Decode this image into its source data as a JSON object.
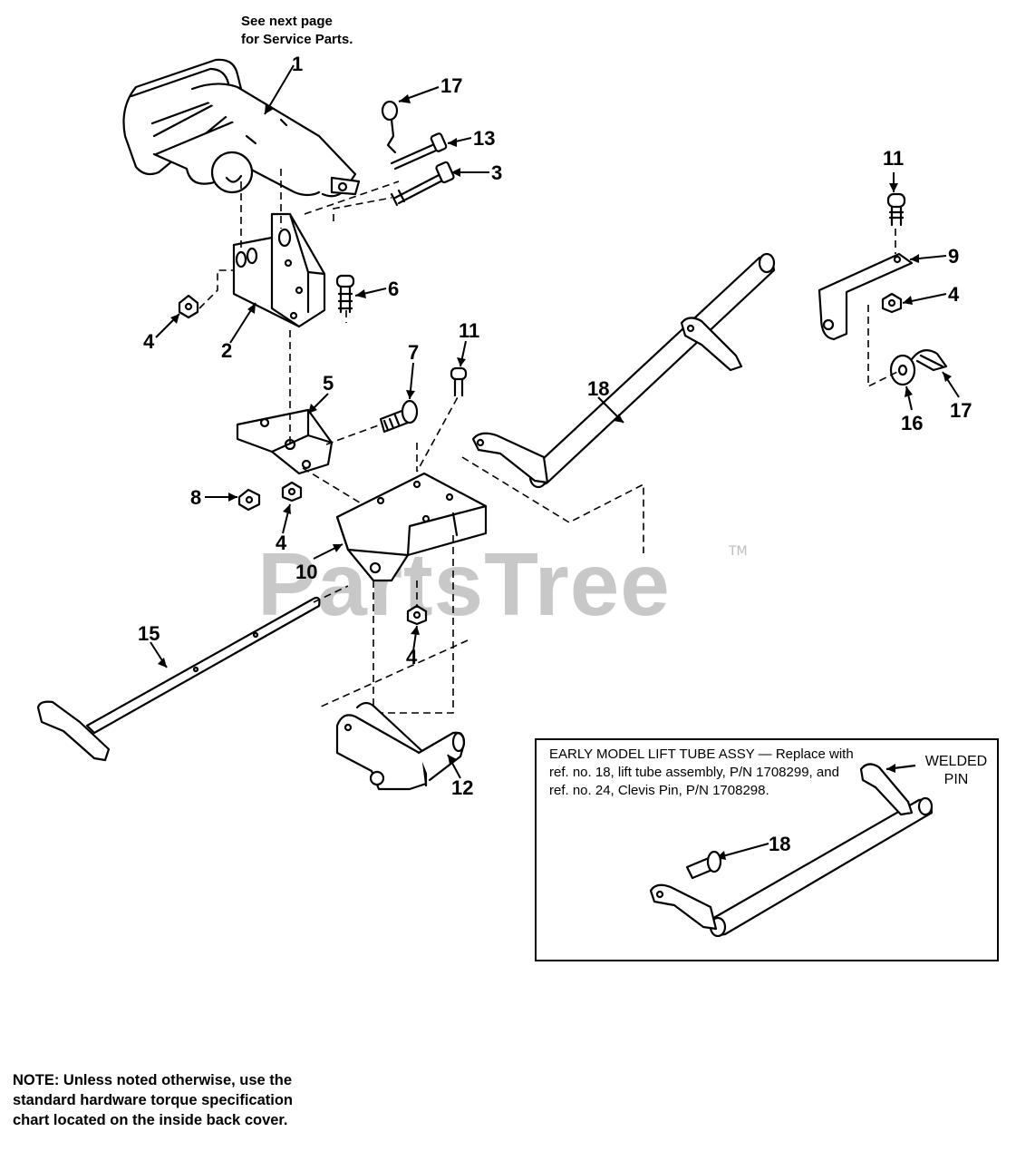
{
  "header_note": "See next page\nfor Service Parts.",
  "watermark": {
    "text": "PartsTree",
    "tm": "TM"
  },
  "callouts": [
    {
      "id": "c-1",
      "label": "1"
    },
    {
      "id": "c-17a",
      "label": "17"
    },
    {
      "id": "c-13",
      "label": "13"
    },
    {
      "id": "c-3",
      "label": "3"
    },
    {
      "id": "c-6",
      "label": "6"
    },
    {
      "id": "c-4a",
      "label": "4"
    },
    {
      "id": "c-2",
      "label": "2"
    },
    {
      "id": "c-11a",
      "label": "11"
    },
    {
      "id": "c-9",
      "label": "9"
    },
    {
      "id": "c-4b",
      "label": "4"
    },
    {
      "id": "c-16",
      "label": "16"
    },
    {
      "id": "c-17b",
      "label": "17"
    },
    {
      "id": "c-11b",
      "label": "11"
    },
    {
      "id": "c-7",
      "label": "7"
    },
    {
      "id": "c-5",
      "label": "5"
    },
    {
      "id": "c-18",
      "label": "18"
    },
    {
      "id": "c-8",
      "label": "8"
    },
    {
      "id": "c-4c",
      "label": "4"
    },
    {
      "id": "c-10",
      "label": "10"
    },
    {
      "id": "c-4d",
      "label": "4"
    },
    {
      "id": "c-15",
      "label": "15"
    },
    {
      "id": "c-12",
      "label": "12"
    },
    {
      "id": "c-18b",
      "label": "18"
    }
  ],
  "inset": {
    "text": "EARLY MODEL LIFT TUBE ASSY — Replace with ref. no. 18, lift tube assembly, P/N 1708299, and ref. no. 24, Clevis Pin, P/N 1708298.",
    "welded_pin_label": "WELDED\nPIN"
  },
  "bottom_note": "NOTE: Unless noted otherwise, use the standard hardware torque specification chart located on the inside back cover."
}
